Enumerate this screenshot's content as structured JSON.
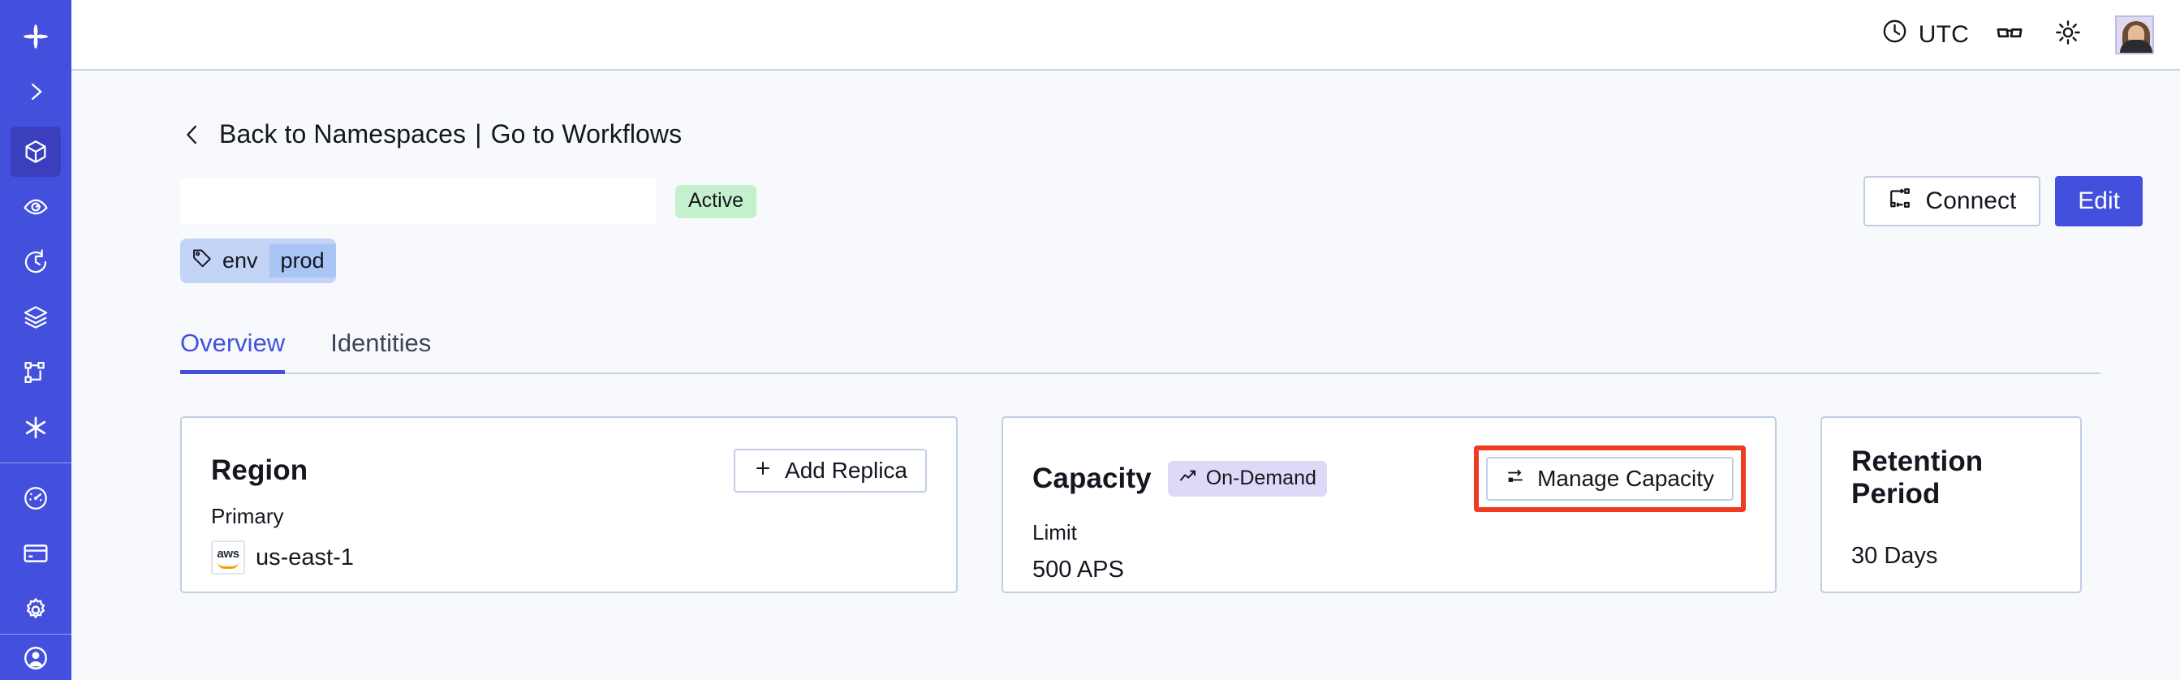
{
  "sidebar": {
    "items": [
      {
        "name": "logo",
        "icon": "temporal-logo-icon",
        "active": false
      },
      {
        "name": "expand",
        "icon": "chevron-right-icon",
        "active": false
      },
      {
        "name": "namespaces",
        "icon": "cube-icon",
        "active": true
      },
      {
        "name": "observability",
        "icon": "eye-icon",
        "active": false
      },
      {
        "name": "history",
        "icon": "clock-rewind-icon",
        "active": false
      },
      {
        "name": "layers",
        "icon": "layers-icon",
        "active": false
      },
      {
        "name": "workflows",
        "icon": "sitemap-icon",
        "active": false
      },
      {
        "name": "integrations",
        "icon": "asterisk-icon",
        "active": false
      },
      {
        "name": "usage",
        "icon": "gauge-icon",
        "active": false
      },
      {
        "name": "billing",
        "icon": "credit-card-icon",
        "active": false
      },
      {
        "name": "settings",
        "icon": "gear-icon",
        "active": false
      }
    ]
  },
  "header": {
    "timezone_label": "UTC",
    "timezone_icon": "clock-icon",
    "glasses_icon": "glasses-icon",
    "theme_icon": "sun-icon",
    "avatar_icon": "user-avatar"
  },
  "breadcrumb": {
    "back_chevron_icon": "chevron-left-icon",
    "back_label": "Back to Namespaces",
    "separator": "|",
    "forward_label": "Go to Workflows"
  },
  "page": {
    "title": "",
    "status": "Active",
    "tag": {
      "icon": "tag-icon",
      "key": "env",
      "value": "prod"
    },
    "actions": {
      "connect_label": "Connect",
      "connect_icon": "connect-icon",
      "edit_label": "Edit"
    }
  },
  "tabs": [
    {
      "label": "Overview",
      "active": true
    },
    {
      "label": "Identities",
      "active": false
    }
  ],
  "cards": {
    "region": {
      "title": "Region",
      "action_label": "Add Replica",
      "action_icon": "plus-icon",
      "sub_label": "Primary",
      "provider_icon": "aws-icon",
      "provider_text": "aws",
      "value": "us-east-1"
    },
    "capacity": {
      "title": "Capacity",
      "badge_label": "On-Demand",
      "badge_icon": "trending-up-icon",
      "action_label": "Manage Capacity",
      "action_icon": "sliders-icon",
      "highlighted": true,
      "sub_label": "Limit",
      "value": "500 APS"
    },
    "retention": {
      "title": "Retention Period",
      "value": "30 Days"
    }
  },
  "colors": {
    "brand": "#4250dd",
    "page_bg": "#f7f9fc",
    "card_border": "#bfcde5",
    "status_green": "#c4f0cd",
    "badge_purple": "#ded9f7",
    "tag_blue": "#c3d4f7",
    "highlight_red": "#ef3b1f"
  }
}
